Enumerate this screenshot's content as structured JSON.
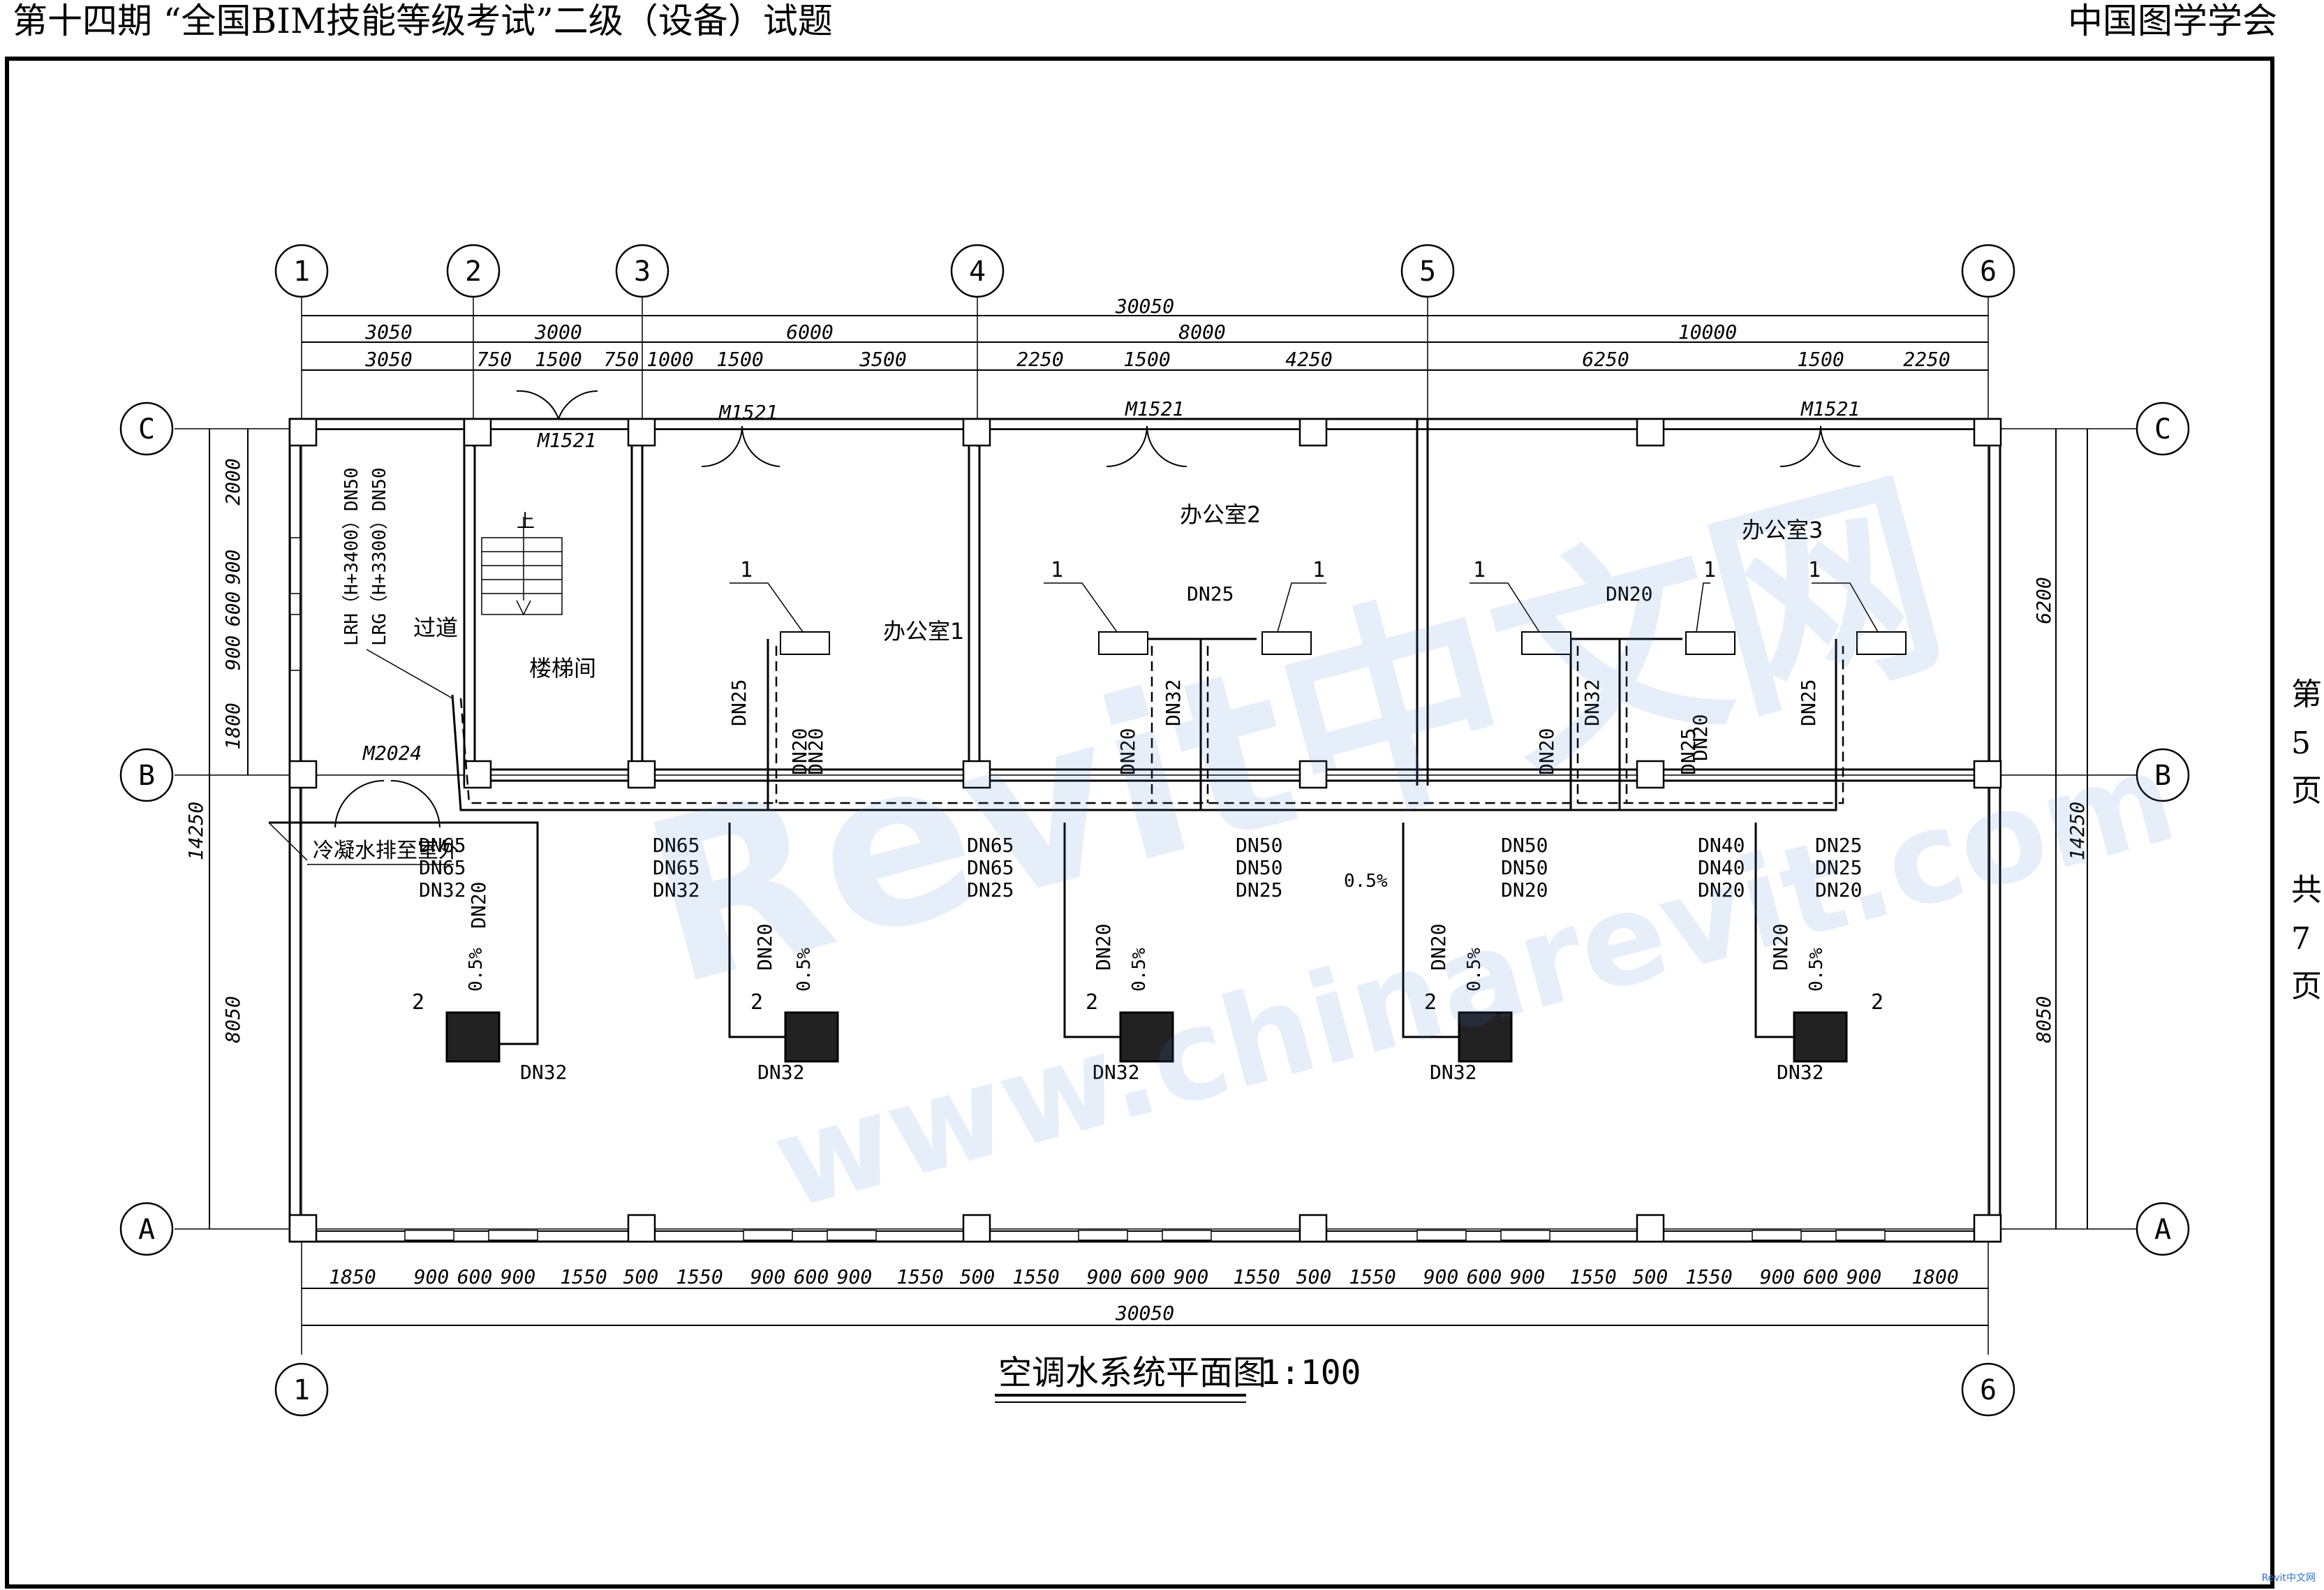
{
  "header": {
    "left_title": "第十四期 “全国BIM技能等级考试”二级（设备）试题",
    "right_title": "中国图学学会"
  },
  "side_page": {
    "chars": [
      "第",
      "5",
      "页",
      "共",
      "7",
      "页"
    ]
  },
  "drawing": {
    "title": "空调水系统平面图",
    "scale": "1:100",
    "grid_columns": [
      "1",
      "2",
      "3",
      "4",
      "5",
      "6"
    ],
    "grid_rows": [
      "C",
      "B",
      "A"
    ],
    "dims_top_total": "30050",
    "dims_top_row1": [
      "3050",
      "3000",
      "6000",
      "8000",
      "10000"
    ],
    "dims_top_row2": [
      "3050",
      "750",
      "1500",
      "750",
      "1000",
      "1500",
      "3500",
      "2250",
      "1500",
      "4250",
      "6250",
      "1500",
      "2250"
    ],
    "dims_bottom_row": [
      "1850",
      "900",
      "600",
      "900",
      "1550",
      "500",
      "1550",
      "900",
      "600",
      "900",
      "1550",
      "500",
      "1550",
      "900",
      "600",
      "900",
      "1550",
      "500",
      "1550",
      "900",
      "600",
      "900",
      "1550",
      "500",
      "1550",
      "900",
      "600",
      "900",
      "1800"
    ],
    "dims_bottom_total": "30050",
    "dims_left": [
      "2000",
      "900",
      "600",
      "900",
      "1800",
      "14250",
      "8050"
    ],
    "dims_right": [
      "6200",
      "14250",
      "8050"
    ],
    "rooms": [
      "办公室1",
      "办公室2",
      "办公室3",
      "过道",
      "楼梯间"
    ],
    "stair_label": "上",
    "doors": [
      "M1521",
      "M1521",
      "M1521",
      "M1521",
      "M2024"
    ],
    "vertical_pipes": [
      "LRH（H+3400）DN50",
      "LRG（H+3300）DN50"
    ],
    "condensate_note": "冷凝水排至室外",
    "main_pipe_labels": [
      [
        "DN65",
        "DN65",
        "DN32"
      ],
      [
        "DN65",
        "DN65",
        "DN32"
      ],
      [
        "DN65",
        "DN65",
        "DN25"
      ],
      [
        "DN50",
        "DN50",
        "DN25"
      ],
      [
        "DN50",
        "DN50",
        "DN20"
      ],
      [
        "DN40",
        "DN40",
        "DN20"
      ],
      [
        "DN25",
        "DN25",
        "DN20"
      ]
    ],
    "branch_labels": [
      "DN25",
      "DN20",
      "DN32",
      "DN20",
      "DN32",
      "DN20",
      "DN25",
      "DN20",
      "DN25",
      "DN25",
      "DN20"
    ],
    "riser_labels": [
      "DN20",
      "DN20",
      "DN20",
      "DN20",
      "DN20",
      "DN20"
    ],
    "unit_pipe_labels": [
      "DN32",
      "DN32",
      "DN32",
      "DN32",
      "DN32"
    ],
    "slope": "0.5%",
    "tag_units": "1",
    "tag_cassette": "2"
  },
  "watermark": {
    "brand": "Revit中文网",
    "url": "www.chinarevit.com"
  },
  "logo": "Revit中文网"
}
